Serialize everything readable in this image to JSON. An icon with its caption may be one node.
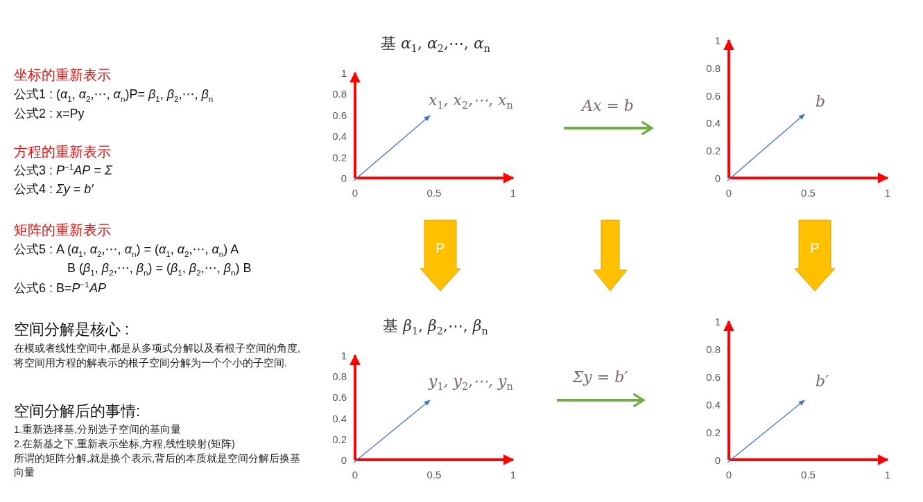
{
  "diagram": {
    "nodes": [
      {
        "text": [
          "基 *α*$_{1}$, *α*$_{2}$,⋯, *α*$_{n}$",
          "1",
          "0.8",
          "0.6",
          "0.4",
          "0.2",
          "0",
          "0",
          "0.5",
          "1",
          "x$_{1}$, x$_{2}$,⋯, x$_{n}$"
        ]
      },
      {
        "text": [
          "1",
          "0.8",
          "0.6",
          "0.4",
          "0.2",
          "0",
          "0",
          "0.5",
          "1",
          "b"
        ]
      },
      {
        "text": [
          "基 *β*$_{1}$, *β*$_{2}$,⋯, *β*$_{n}$",
          "1",
          "0.8",
          "0.6",
          "0.4",
          "0.2",
          "0",
          "0",
          "0.5",
          "1",
          "y$_{1}$, y$_{2}$,⋯, y$_{n}$"
        ]
      },
      {
        "text": [
          "1",
          "0.8",
          "0.6",
          "0.4",
          "0.2",
          "0",
          "0",
          "0.5",
          "1",
          "b′"
        ]
      }
    ],
    "edges": [
      {
        "from": 0,
        "to": 1,
        "arrow": "to",
        "label": "Ax = b",
        "color": "#70ad47"
      },
      {
        "from": 0,
        "to": 2,
        "arrow": "to",
        "label": "P",
        "style": "thick",
        "color": "#ffc000"
      },
      {
        "from": 1,
        "to": 3,
        "arrow": "to",
        "label": "P",
        "style": "thick",
        "color": "#ffc000"
      },
      {
        "from": 2,
        "to": 3,
        "arrow": "to",
        "label": "Σy = b′",
        "color": "#70ad47"
      }
    ],
    "labels": [
      "坐标的重新表示",
      "公式1 : (*α*$_{1}$, *α*$_{2}$,⋯, *α*$_{n}$)P= *β*$_{1}$, *β*$_{2}$,⋯, *β*$_{n}$",
      "公式2 : x=Py",
      "方程的重新表示",
      "公式3 : *P*$^{−1}$*AP* = *Σ*",
      "公式4 : *Σy* = *b′*",
      "矩阵的重新表示",
      "公式5 : A (*α*$_{1}$, *α*$_{2}$,⋯, *α*$_{n}$) = (*α*$_{1}$, *α*$_{2}$,⋯, *α*$_{n}$) A",
      "B (*β*$_{1}$, *β*$_{2}$,⋯, *β*$_{n}$) = (*β*$_{1}$, *β*$_{2}$,⋯, *β*$_{n}$) B",
      "公式6 : B=*P*$^{−1}$*AP*",
      "空间分解是核心 :",
      "在模或者线性空间中,都是从多项式分解以及看根子空间的角度,将空间用方程的解表示的根子空间分解为一个个小的子空间.",
      "空间分解后的事情:",
      "1.重新选择基,分别选子空间的基向量",
      "2.在新基之下,重新表示坐标,方程,线性映射(矩阵)",
      "所谓的矩阵分解,就是换个表示,背后的本质就是空间分解后换基向量"
    ]
  }
}
